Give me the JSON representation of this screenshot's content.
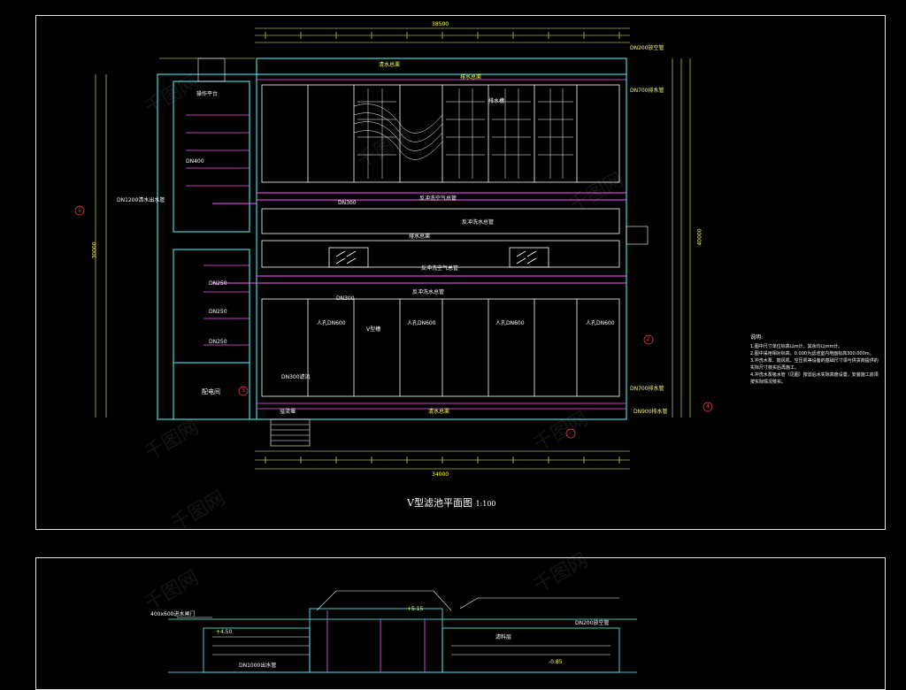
{
  "plan": {
    "title": "V型滤池平面图",
    "scale": "1:100",
    "labels": {
      "top_channel": "清水总渠",
      "top_channel_2": "排水总渠",
      "operation_platform": "操作平台",
      "drain_pipe_top": "DN200放空管",
      "drain_pipe_right_top": "DN700排水管",
      "drain_pipe_right_bottom": "DN700排水管",
      "drain_pipe_right_bottom2": "DN900排水管",
      "v_channel": "V型槽",
      "mid_drain": "排水总渠",
      "backwash_air": "反冲洗空气总管",
      "backwash_water": "反冲洗水总管",
      "backwash_air_2": "反冲洗空气总管",
      "backwash_water_2": "反冲洗水总管",
      "dosing_room": "配电间",
      "overflow_weir": "溢流堰",
      "clear_channel_bottom": "清水总渠",
      "drain_trough": "排水槽",
      "manhole_1": "人孔DN600",
      "manhole_2": "人孔DN600",
      "manhole_3": "人孔DN600",
      "manhole_4": "人孔DN600",
      "dn300": "DN300",
      "dn300_2": "DN300",
      "dn300_3": "DN300滤流",
      "dn400": "DN400",
      "dn250_1": "DN250",
      "dn250_2": "DN250",
      "dn250_3": "DN250",
      "dn1200": "DN1200清水出水管",
      "mark_1": "1",
      "mark_2": "2",
      "mark_3": "3",
      "mark_4": "4"
    },
    "overall_dims": {
      "top_total": "38500",
      "bottom_total": "34000",
      "left_total": "30000",
      "right_total": "40000"
    }
  },
  "notes": {
    "heading": "说明:",
    "items": [
      "1.图中尺寸单位标高以m计，其余均以mm计。",
      "2.图中采用相对标高，0.000为滤池室内地面标高300.000m。",
      "3.冲洗水泵、鼓风机、空压机等设备的基础尺寸须与供货商提供的实际尺寸核实后再施工。",
      "4.冲洗水泵吸水管（见图）按滤后水实际高度设置，安装施工前须按实际情况核实。"
    ]
  },
  "section": {
    "labels": {
      "valve_left": "400x600进水闸门",
      "drain_right": "DN200放空管",
      "filter_label": "滤料层",
      "pipe_label": "DN1000出水管",
      "level_1": "+5.15",
      "level_2": "+4.50",
      "level_3": "-0.85"
    }
  },
  "watermark": "千图网"
}
